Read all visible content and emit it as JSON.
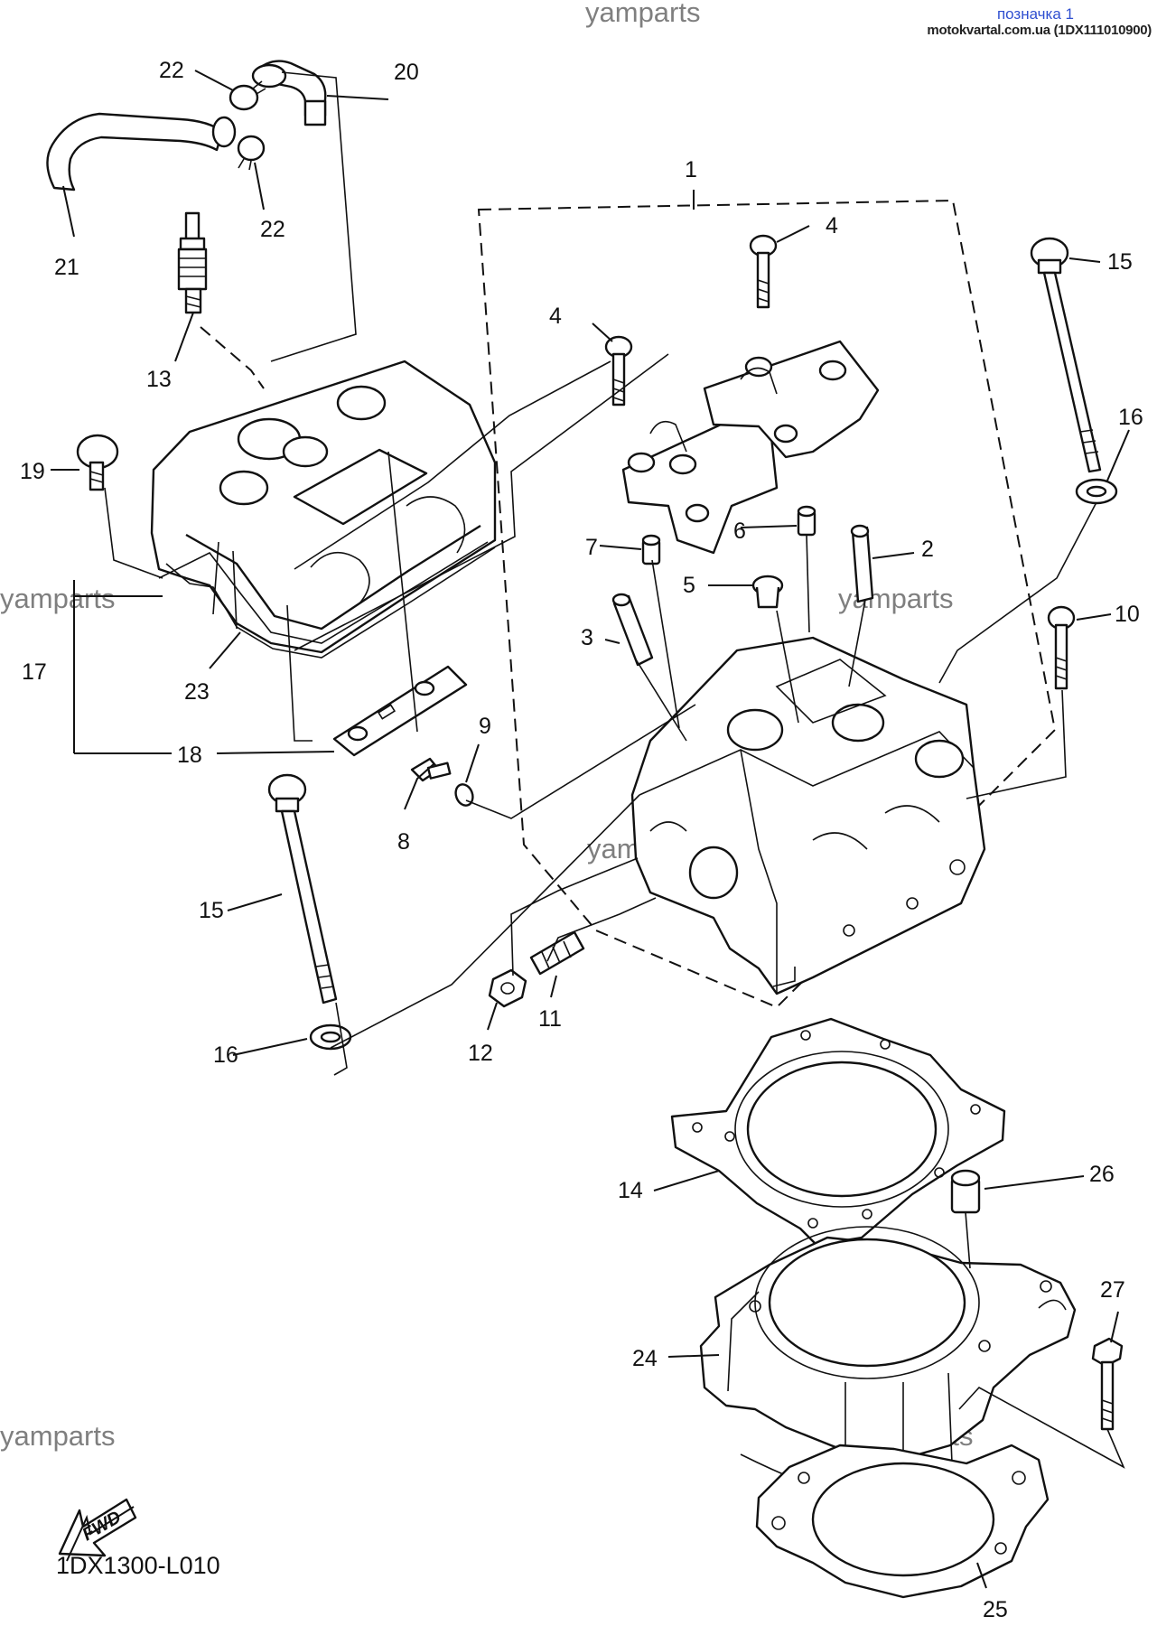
{
  "header": {
    "label": "позначка 1",
    "site": "motokvartal.com.ua (1DX111010900)"
  },
  "watermarks": [
    "yamparts",
    "yamparts",
    "yamparts",
    "yamparts",
    "yamparts",
    "yamparts"
  ],
  "diagram_code": "1DX1300-L010",
  "fwd_badge": "FWD",
  "callouts": [
    "1",
    "2",
    "3",
    "4",
    "4",
    "5",
    "6",
    "7",
    "8",
    "9",
    "10",
    "11",
    "12",
    "13",
    "14",
    "15",
    "15",
    "16",
    "16",
    "17",
    "18",
    "19",
    "20",
    "21",
    "22",
    "22",
    "23",
    "24",
    "25",
    "26",
    "27"
  ]
}
